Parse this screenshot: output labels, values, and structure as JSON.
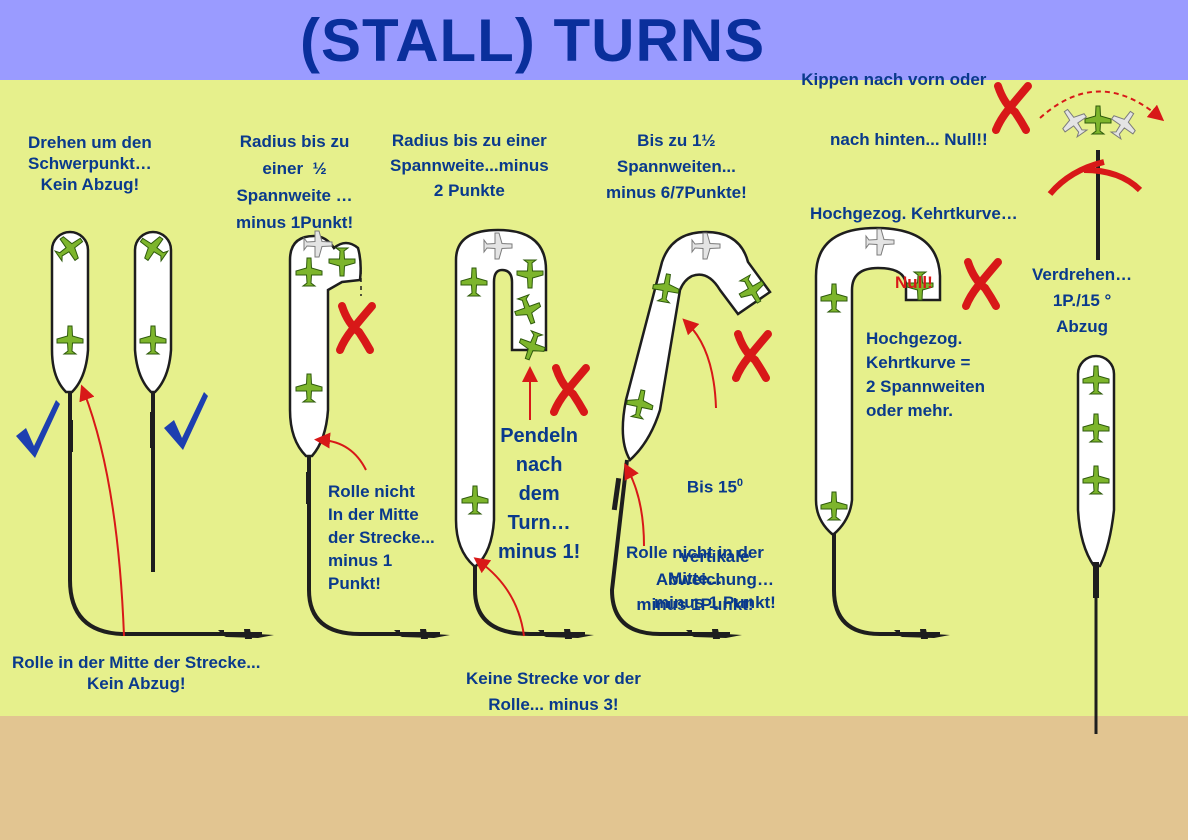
{
  "title": "(STALL) TURNS",
  "subtitle": {
    "line1": "Kippen nach vorn oder",
    "line2": "nach hinten... Null!!"
  },
  "labels": {
    "c1_top": "Drehen um den\nSchwerpunkt…\nKein Abzug!",
    "c1_bottom": "Rolle in der Mitte der Strecke...\nKein Abzug!",
    "c2_top": "Radius bis zu\neiner  ½\nSpannweite …\nminus 1Punkt!",
    "c2_bottom": "Rolle nicht\nIn der Mitte\nder Strecke...\nminus 1\nPunkt!",
    "c3_top": "Radius bis zu einer\nSpannweite...minus\n2 Punkte",
    "c3_mid": "Pendeln\nnach\ndem\nTurn…\nminus 1!",
    "c3_bottom": "Keine Strecke vor der\nRolle... minus 3!",
    "c4_top": "Bis zu 1½\nSpannweiten...\nminus 6/7Punkte!",
    "c4_mid_line1": "Bis 15",
    "c4_mid_sup": "0",
    "c4_mid_rest": "vertikale\nAbweichung…\nminus 1 Punkt!",
    "c4_bottom": "Rolle nicht in der\nMitte...\nminus 1Punkt!",
    "c5_top": "Hochgezog. Kehrtkurve…",
    "c5_top_null": "Null!",
    "c5_mid": "Hochgezog.\nKehrtkurve =\n2 Spannweiten\noder mehr.",
    "c6_mid": "Verdrehen…\n1P./15 °\nAbzug"
  },
  "colors": {
    "header": "#9a9bff",
    "panel": "#e6f08c",
    "ground": "#e2c591",
    "text": "#0a3a8c",
    "title": "#0a2f9c",
    "cross": "#d81818",
    "check": "#1d3fb0",
    "plane": "#7db52c"
  },
  "icons": [
    "check-icon",
    "cross-icon",
    "plane-icon"
  ]
}
